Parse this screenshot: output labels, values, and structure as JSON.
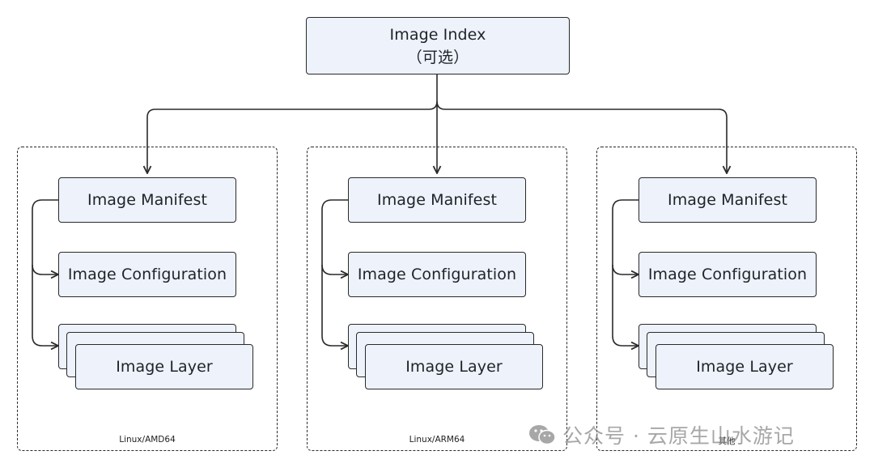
{
  "index": {
    "title": "Image Index",
    "subtitle": "（可选）"
  },
  "groups": [
    {
      "platform": "Linux/AMD64",
      "manifest": "Image Manifest",
      "config": "Image Configuration",
      "layer": "Image Layer"
    },
    {
      "platform": "Linux/ARM64",
      "manifest": "Image Manifest",
      "config": "Image Configuration",
      "layer": "Image Layer"
    },
    {
      "platform": "其他",
      "manifest": "Image Manifest",
      "config": "Image Configuration",
      "layer": "Image Layer"
    }
  ],
  "watermark": {
    "text": "公众号 · 云原生山水游记",
    "icon": "wechat-icon"
  },
  "colors": {
    "box_fill": "#edf2fb",
    "stroke": "#2a2a2a",
    "watermark": "#8a8a8a"
  }
}
